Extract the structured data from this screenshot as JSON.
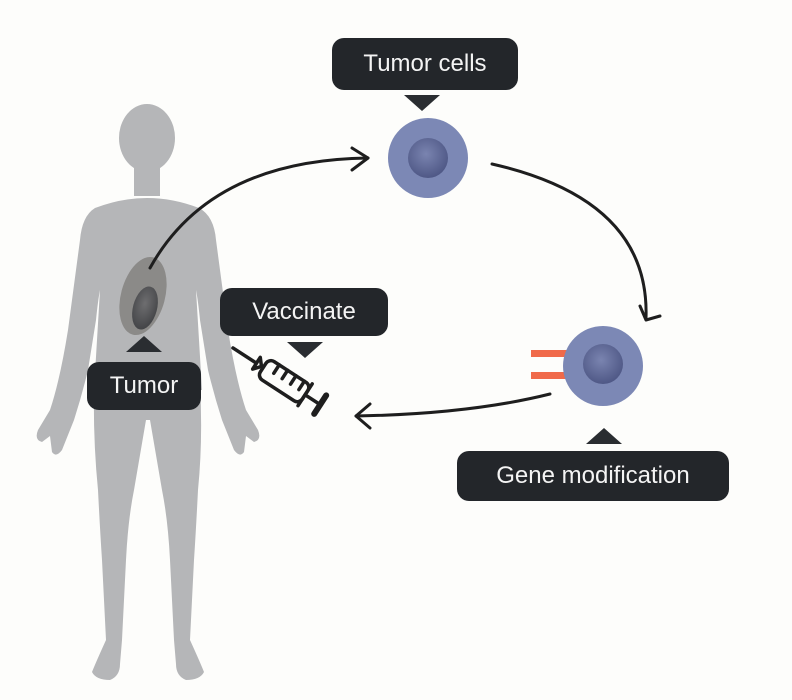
{
  "diagram": {
    "title": "Tumor cell vaccine workflow",
    "labels": {
      "tumor_cells": "Tumor cells",
      "tumor": "Tumor",
      "vaccinate": "Vaccinate",
      "gene_modification": "Gene modification"
    },
    "steps": [
      {
        "from": "Tumor",
        "to": "Tumor cells"
      },
      {
        "from": "Tumor cells",
        "to": "Gene modification"
      },
      {
        "from": "Gene modification",
        "to": "Vaccinate"
      }
    ],
    "colors": {
      "body": "#b5b6b8",
      "cell_outer": "#7c88b5",
      "cell_nucleus": "#5a6494",
      "receptor": "#f06a4a",
      "label_bg": "#23262a",
      "arrow": "#1e1e1e",
      "tumor_outer": "#8b8a88",
      "tumor_inner": "#56575a"
    }
  }
}
